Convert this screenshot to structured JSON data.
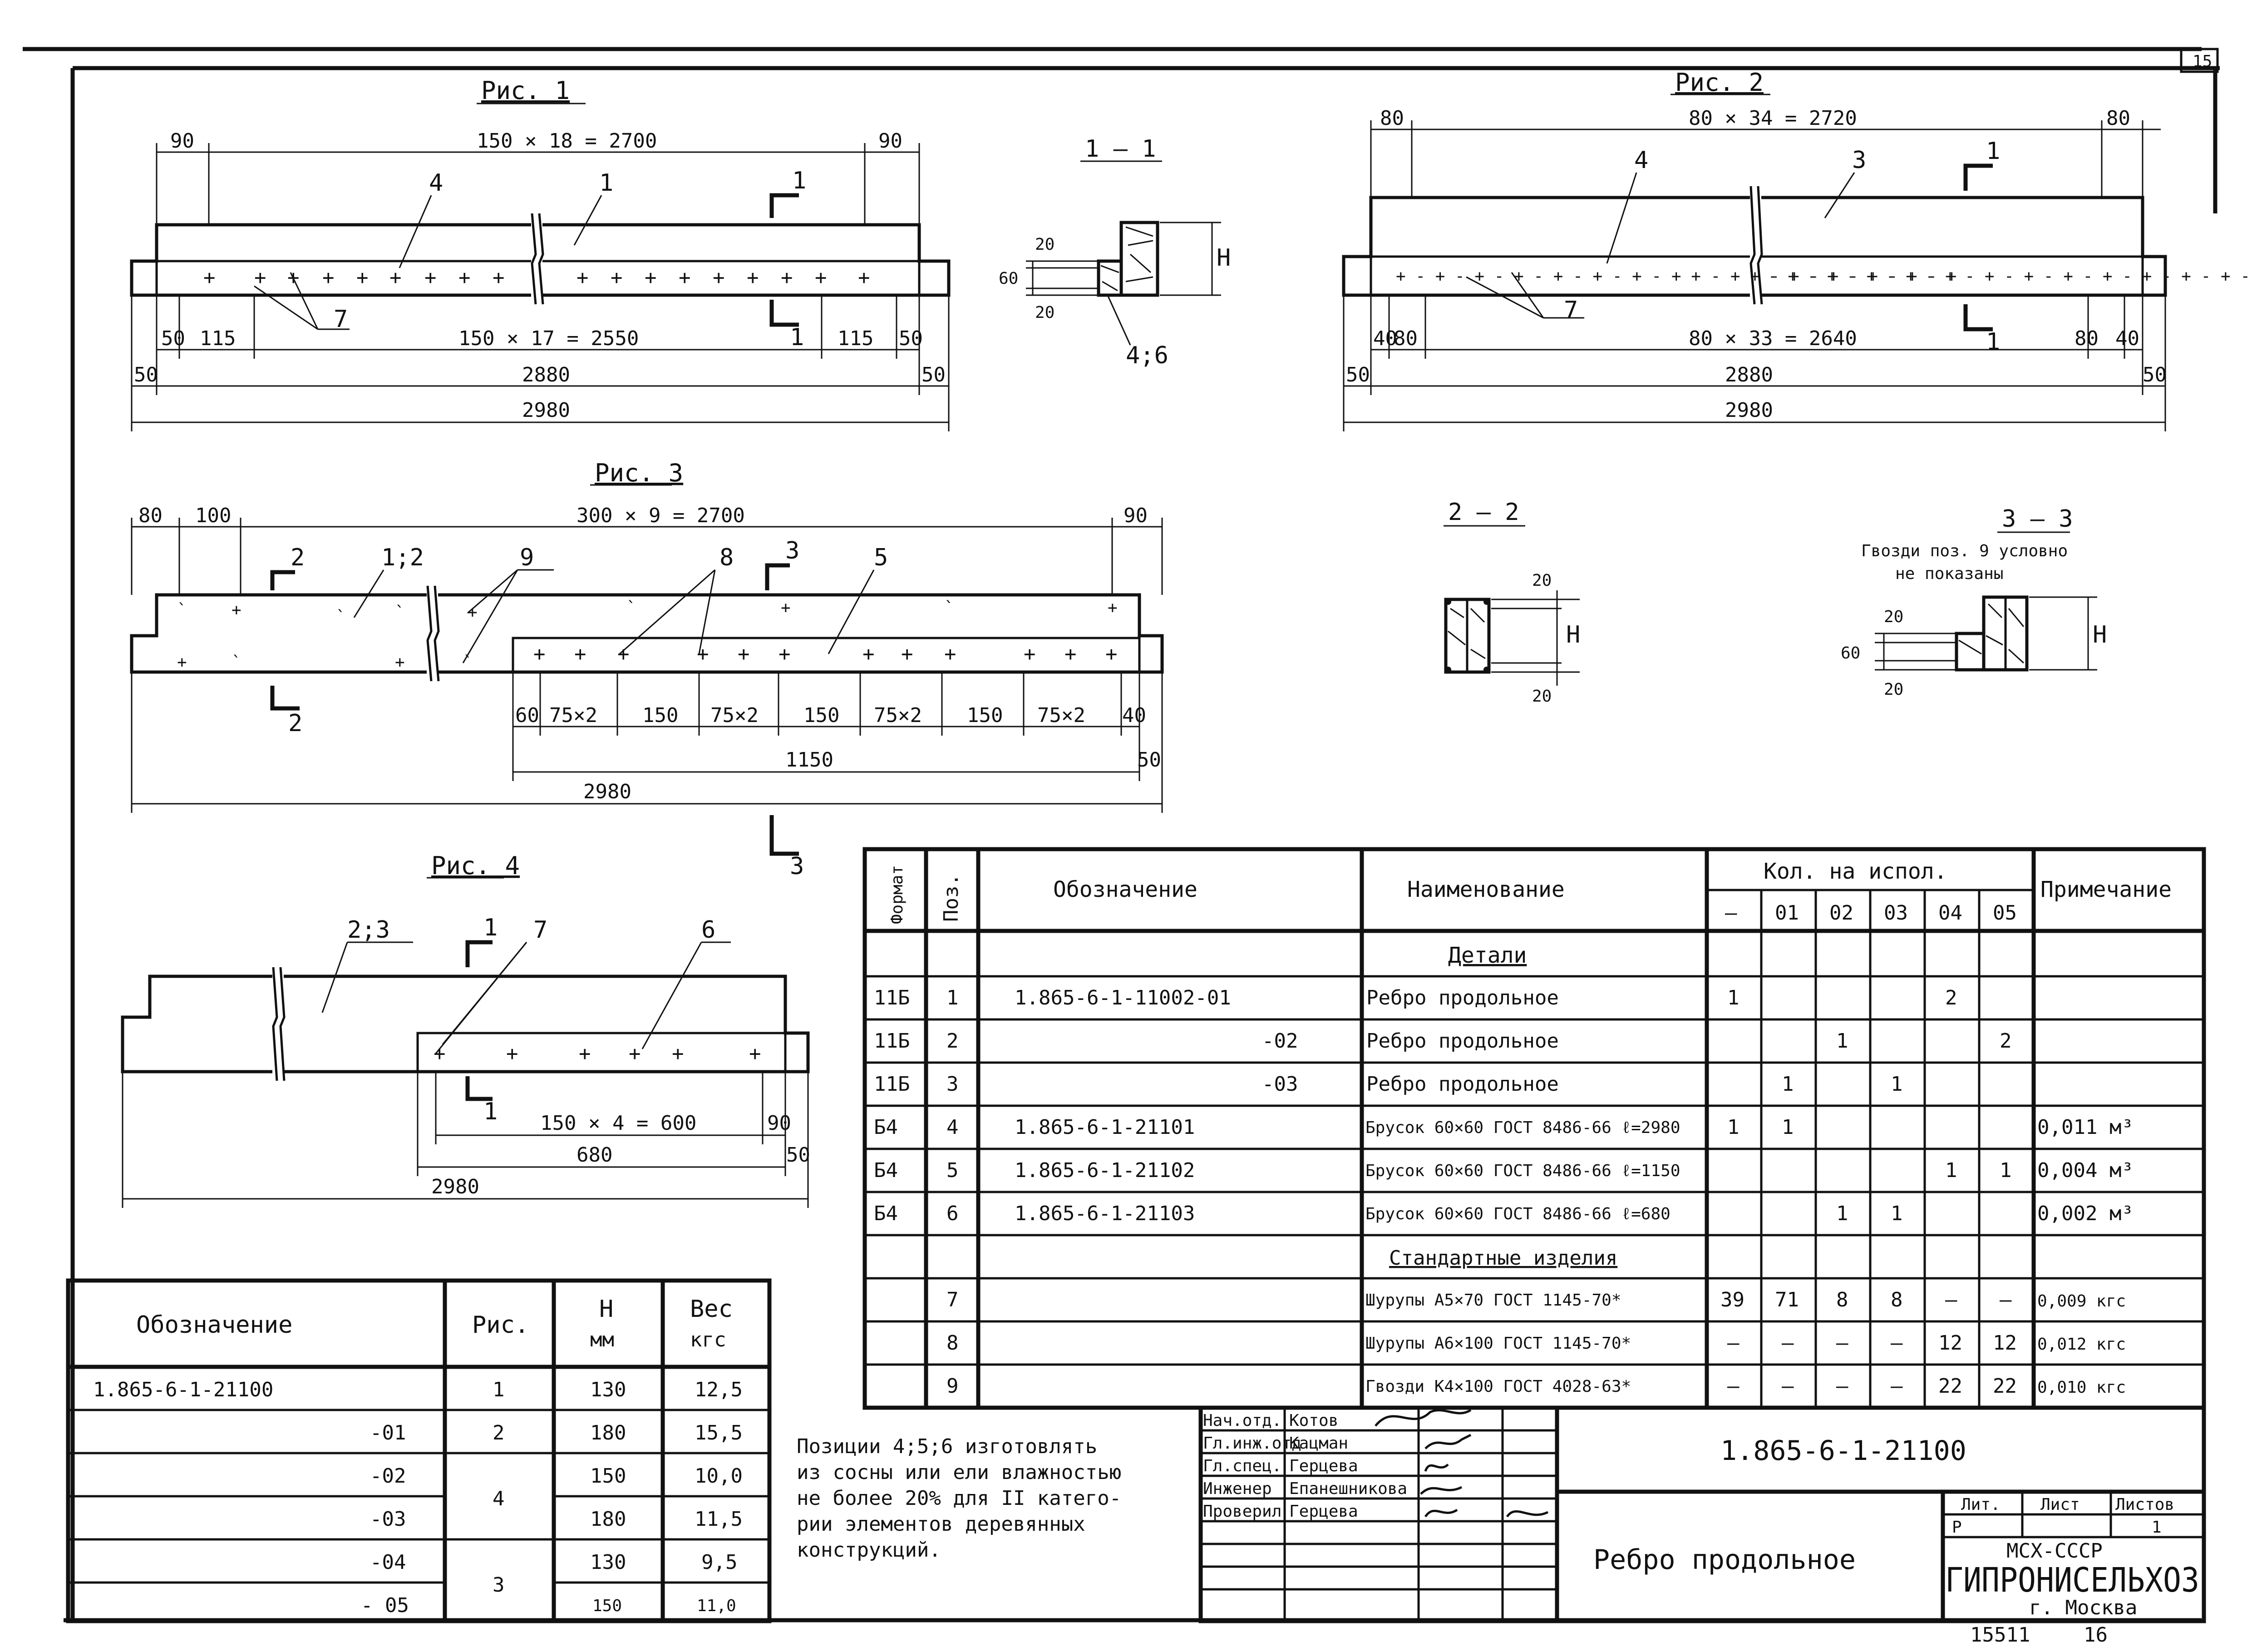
{
  "sheet": {
    "number": "15",
    "archive": "15511",
    "archive_sheet": "16"
  },
  "fig1": {
    "title": "Рис. 1",
    "top": {
      "left": "90",
      "mid": "150 × 18 = 2700",
      "right": "90"
    },
    "bottom": {
      "a": "50",
      "b": "115",
      "mid": "150 × 17 = 2550",
      "c": "115",
      "d": "50"
    },
    "dim2880": "2880",
    "dim50l": "50",
    "dim50r": "50",
    "dim2980": "2980",
    "pos4": "4",
    "pos1": "1",
    "pos7": "7",
    "cut": "1"
  },
  "sec11": {
    "title": "1 — 1",
    "d20a": "20",
    "d60": "60",
    "d20b": "20",
    "h": "H",
    "pos": "4;6"
  },
  "fig2": {
    "title": "Рис. 2",
    "top": {
      "left": "80",
      "mid": "80 × 34 = 2720",
      "right": "80"
    },
    "bottom": {
      "a": "40",
      "b": "80",
      "mid": "80 × 33 = 2640",
      "c": "80",
      "d": "40"
    },
    "dim2880": "2880",
    "dim50l": "50",
    "dim50r": "50",
    "dim2980": "2980",
    "pos4": "4",
    "pos3": "3",
    "pos7": "7",
    "cut": "1"
  },
  "fig3": {
    "title": "Рис. 3",
    "top": {
      "a": "80",
      "b": "100",
      "mid": "300 × 9 = 2700",
      "c": "90"
    },
    "segs": [
      "60",
      "75×2",
      "150",
      "75×2",
      "150",
      "75×2",
      "150",
      "75×2",
      "40"
    ],
    "dim1150": "1150",
    "dim50": "50",
    "dim2980": "2980",
    "pos12": "1;2",
    "pos9": "9",
    "pos8": "8",
    "pos5": "5",
    "cut2": "2",
    "cut3": "3"
  },
  "sec22": {
    "title": "2 — 2",
    "d20a": "20",
    "d20b": "20",
    "h": "H"
  },
  "sec33": {
    "title": "3 — 3",
    "note1": "Гвозди поз. 9 условно",
    "note2": "не показаны",
    "d20a": "20",
    "d60": "60",
    "d20b": "20",
    "h": "H"
  },
  "fig4": {
    "title": "Рис. 4",
    "pos23": "2;3",
    "pos7": "7",
    "pos6": "6",
    "cut": "1",
    "dim600": "150 × 4 = 600",
    "dim90": "90",
    "dim680": "680",
    "dim50": "50",
    "dim2980": "2980"
  },
  "spec": {
    "headers": {
      "format": "Формат",
      "pos": "Поз.",
      "designation": "Обозначение",
      "name": "Наименование",
      "qty": "Кол. на испол.",
      "note": "Примечание"
    },
    "exec_cols": [
      "—",
      "01",
      "02",
      "03",
      "04",
      "05"
    ],
    "section_details": "Детали",
    "section_std": "Стандартные изделия",
    "rows": [
      {
        "fmt": "11Б",
        "pos": "1",
        "des": "1.865-6-1-11002-01",
        "name": "Ребро продольное",
        "q": [
          "1",
          "",
          "",
          "",
          "2",
          ""
        ],
        "note": ""
      },
      {
        "fmt": "11Б",
        "pos": "2",
        "des": "-02",
        "name": "Ребро продольное",
        "q": [
          "",
          "",
          "1",
          "",
          "",
          "2"
        ],
        "note": ""
      },
      {
        "fmt": "11Б",
        "pos": "3",
        "des": "-03",
        "name": "Ребро продольное",
        "q": [
          "",
          "1",
          "",
          "1",
          "",
          ""
        ],
        "note": ""
      },
      {
        "fmt": "Б4",
        "pos": "4",
        "des": "1.865-6-1-21101",
        "name": "Брусок 60×60 ГОСТ 8486-66 ℓ=2980",
        "q": [
          "1",
          "1",
          "",
          "",
          "",
          ""
        ],
        "note": "0,011 м³"
      },
      {
        "fmt": "Б4",
        "pos": "5",
        "des": "1.865-6-1-21102",
        "name": "Брусок 60×60 ГОСТ 8486-66 ℓ=1150",
        "q": [
          "",
          "",
          "",
          "",
          "1",
          "1"
        ],
        "note": "0,004 м³"
      },
      {
        "fmt": "Б4",
        "pos": "6",
        "des": "1.865-6-1-21103",
        "name": "Брусок 60×60 ГОСТ 8486-66 ℓ=680",
        "q": [
          "",
          "",
          "1",
          "1",
          "",
          ""
        ],
        "note": "0,002 м³"
      }
    ],
    "std_rows": [
      {
        "pos": "7",
        "name": "Шурупы А5×70 ГОСТ 1145-70*",
        "q": [
          "39",
          "71",
          "8",
          "8",
          "–",
          "–"
        ],
        "note": "0,009 кгс"
      },
      {
        "pos": "8",
        "name": "Шурупы А6×100 ГОСТ 1145-70*",
        "q": [
          "–",
          "–",
          "–",
          "–",
          "12",
          "12"
        ],
        "note": "0,012 кгс"
      },
      {
        "pos": "9",
        "name": "Гвозди К4×100 ГОСТ 4028-63*",
        "q": [
          "–",
          "–",
          "–",
          "–",
          "22",
          "22"
        ],
        "note": "0,010 кгс"
      }
    ]
  },
  "exec_table": {
    "headers": {
      "des": "Обозначение",
      "fig": "Рис.",
      "h": "H",
      "h_unit": "мм",
      "w": "Вес",
      "w_unit": "кгс"
    },
    "rows": [
      {
        "des": "1.865-6-1-21100",
        "fig": "1",
        "h": "130",
        "w": "12,5"
      },
      {
        "des": "-01",
        "fig": "2",
        "h": "180",
        "w": "15,5"
      },
      {
        "des": "-02",
        "fig": "4",
        "h": "150",
        "w": "10,0"
      },
      {
        "des": "-03",
        "fig": "",
        "h": "180",
        "w": "11,5"
      },
      {
        "des": "-04",
        "fig": "3",
        "h": "130",
        "w": "9,5"
      },
      {
        "des": "- 05",
        "fig": "",
        "h": "150",
        "w": "11,0"
      }
    ]
  },
  "note": {
    "lines": [
      "Позиции 4;5;6 изготовлять",
      "из сосны или ели влажностью",
      "не более 20% для II катего-",
      "рии элементов деревянных",
      "конструкций."
    ]
  },
  "title_block": {
    "roles": [
      "Нач.отд.",
      "Гл.инж.отд",
      "Гл.спец.",
      "Инженер",
      "Проверил"
    ],
    "names": [
      "Котов",
      "Кацман",
      "Герцева",
      "Епанешникова",
      "Герцева"
    ],
    "code": "1.865-6-1-21100",
    "product": "Ребро продольное",
    "lit_label": "Лит.",
    "sheet_label": "Лист",
    "sheets_label": "Листов",
    "lit": "Р",
    "sheets": "1",
    "org1": "МСХ-СССР",
    "org2": "ГИПРОНИСЕЛЬХОЗ",
    "org3": "г. Москва"
  }
}
